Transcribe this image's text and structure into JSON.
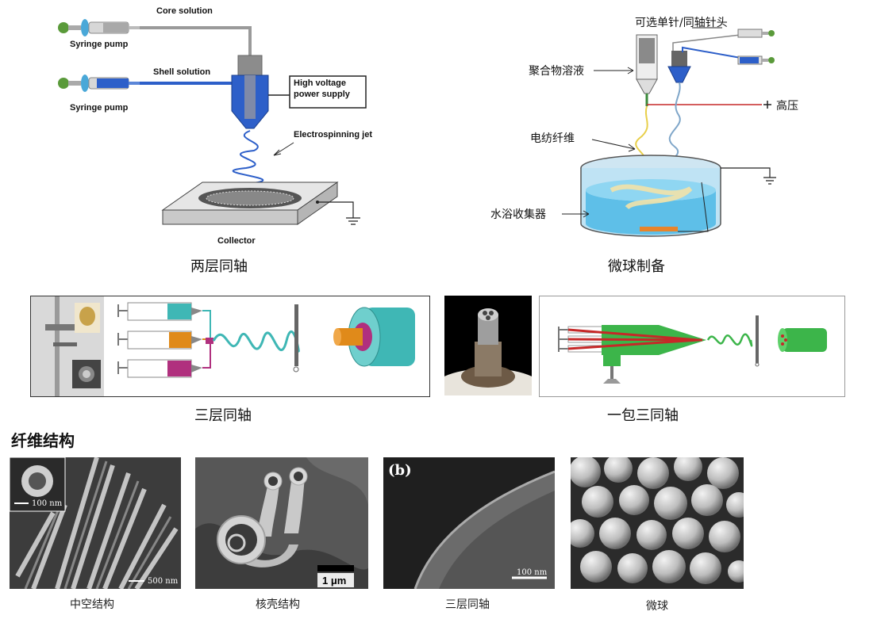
{
  "coaxial_two_layer": {
    "core_solution": "Core solution",
    "shell_solution": "Shell solution",
    "syringe_pump_1": "Syringe pump",
    "syringe_pump_2": "Syringe pump",
    "power_supply_line1": "High voltage",
    "power_supply_line2": "power supply",
    "jet": "Electrospinning jet",
    "collector": "Collector",
    "caption": "两层同轴"
  },
  "microsphere_prep": {
    "needle_option": "可选单针/同轴针头",
    "polymer_solution": "聚合物溶液",
    "high_voltage": "高压",
    "fiber": "电纺纤维",
    "water_bath_collector": "水浴收集器",
    "caption": "微球制备"
  },
  "three_layer": {
    "caption": "三层同轴"
  },
  "one_in_three": {
    "caption": "一包三同轴"
  },
  "fiber_structure": {
    "heading": "纤维结构",
    "items": [
      {
        "caption": "中空结构",
        "scale_inset": "100 nm",
        "scale_main": "500 nm"
      },
      {
        "caption": "核壳结构",
        "scale": "1 μm"
      },
      {
        "caption": "三层同轴",
        "panel_label": "(b)",
        "scale": "100 nm"
      },
      {
        "caption": "微球"
      }
    ]
  },
  "colors": {
    "shell_blue": "#2d5fc9",
    "core_grey": "#9a9a9a",
    "teal": "#3fb7b5",
    "orange": "#e08a1a",
    "magenta": "#b0307e",
    "green": "#3cb54a",
    "red_line": "#c62828"
  }
}
